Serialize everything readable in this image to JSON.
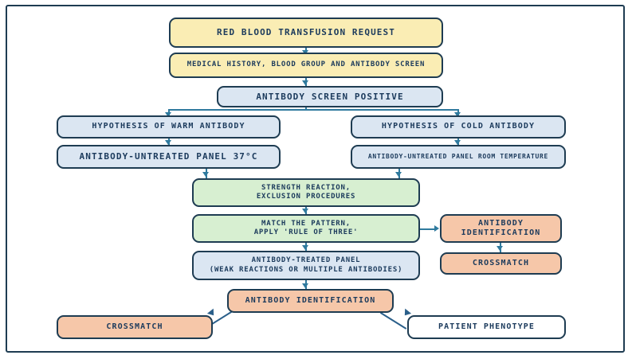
{
  "diagram": {
    "title": "Red blood cell antibody identification workflow",
    "colors": {
      "frame_border": "#1e3c52",
      "node_border": "#1e3c52",
      "text": "#1b3a5c",
      "connector": "#2f7a9e",
      "fill_yellow": "#faedb4",
      "fill_blue": "#dbe6f2",
      "fill_green": "#d7efd1",
      "fill_salmon": "#f6c7a9",
      "fill_white": "#ffffff"
    },
    "nodes": {
      "request": "RED BLOOD TRANSFUSION REQUEST",
      "history": "MEDICAL HISTORY, BLOOD GROUP AND ANTIBODY SCREEN",
      "screen_positive": "ANTIBODY SCREEN POSITIVE",
      "warm_hypothesis": "HYPOTHESIS OF WARM ANTIBODY",
      "cold_hypothesis": "HYPOTHESIS OF COLD ANTIBODY",
      "untreated_37": "ANTIBODY-UNTREATED PANEL 37°C",
      "untreated_room": "ANTIBODY-UNTREATED PANEL ROOM TEMPERATURE",
      "strength_reaction": "STRENGTH REACTION,\nEXCLUSION PROCEDURES",
      "match_pattern": "MATCH THE PATTERN,\nAPPLY 'RULE OF THREE'",
      "treated_panel": "ANTIBODY-TREATED PANEL\n(WEAK REACTIONS OR MULTIPLE ANTIBODIES)",
      "identification_right": "ANTIBODY\nIDENTIFICATION",
      "crossmatch_right": "CROSSMATCH",
      "identification_bottom": "ANTIBODY IDENTIFICATION",
      "crossmatch_bottom": "CROSSMATCH",
      "patient_phenotype": "PATIENT PHENOTYPE"
    }
  }
}
